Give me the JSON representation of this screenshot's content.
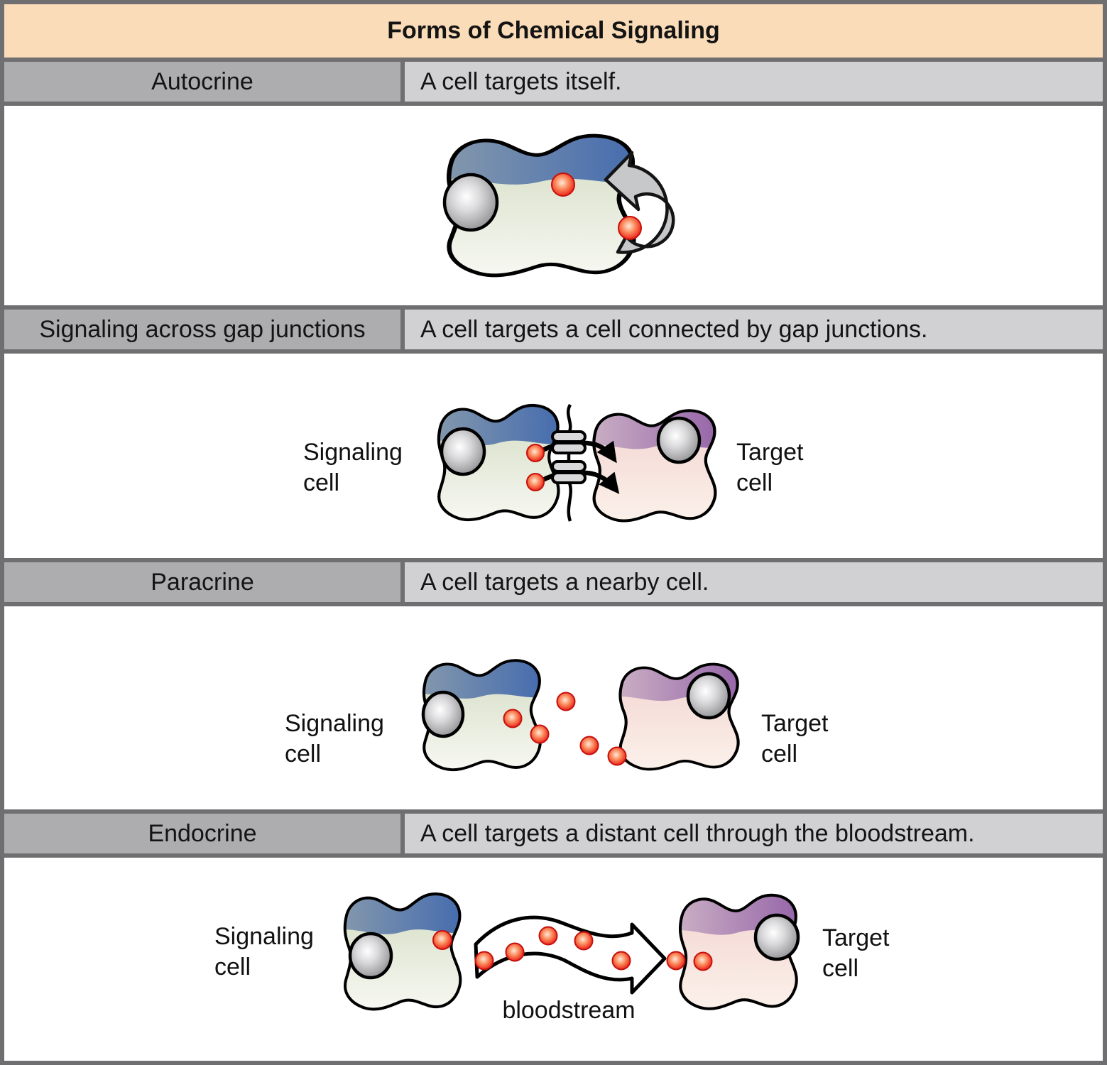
{
  "title": "Forms of Chemical Signaling",
  "colors": {
    "title_bg": "#FBDCB8",
    "row_label_bg": "#ADADB0",
    "row_desc_bg": "#D1D1D3",
    "border": "#6F6F72",
    "signal_dot_red": "#EE3123",
    "signaling_cell_membrane_blue": "#3D66AF",
    "target_cell_membrane_purple": "#8F5CA5",
    "nucleus_gray": "#7C7C7F"
  },
  "rows": [
    {
      "label": "Autocrine",
      "description": "A cell targets itself."
    },
    {
      "label": "Signaling across gap junctions",
      "description": "A cell targets a cell connected by gap junctions.",
      "signaling_label": "Signaling\ncell",
      "target_label": "Target\ncell"
    },
    {
      "label": "Paracrine",
      "description": "A cell targets a nearby cell.",
      "signaling_label": "Signaling\ncell",
      "target_label": "Target\ncell"
    },
    {
      "label": "Endocrine",
      "description": "A cell targets a distant cell through the bloodstream.",
      "signaling_label": "Signaling\ncell",
      "target_label": "Target\ncell",
      "bloodstream_label": "bloodstream"
    }
  ]
}
